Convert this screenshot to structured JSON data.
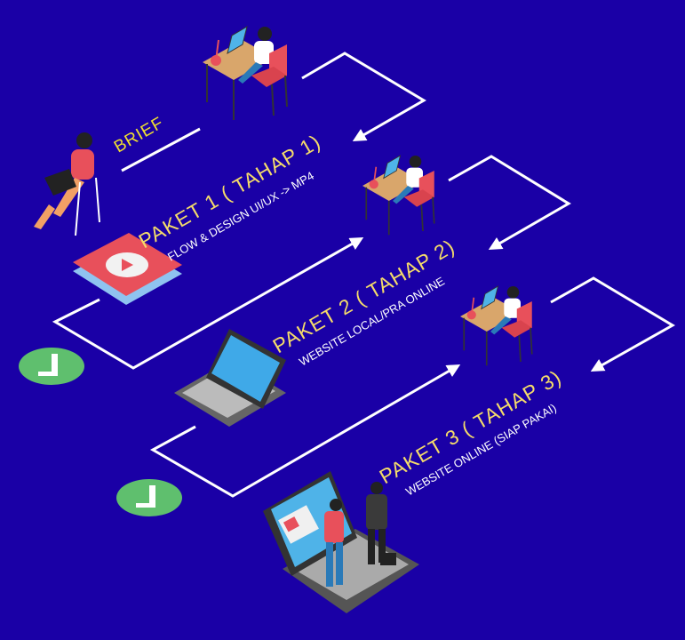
{
  "brief_label": "BRIEF",
  "steps": [
    {
      "title": "PAKET 1 ( TAHAP 1)",
      "subtitle": "FLOW & DESIGN UI/UX -> MP4"
    },
    {
      "title": "PAKET 2 ( TAHAP 2)",
      "subtitle": "WEBSITE LOCAL/PRA ONLINE"
    },
    {
      "title": "PAKET 3 ( TAHAP 3)",
      "subtitle": "WEBSITE ONLINE (SIAP PAKAI)"
    }
  ],
  "colors": {
    "background": "#1a00a6",
    "title": "#f5dc6a",
    "badge": "#5fbf6e",
    "accent": "#e8505b"
  }
}
